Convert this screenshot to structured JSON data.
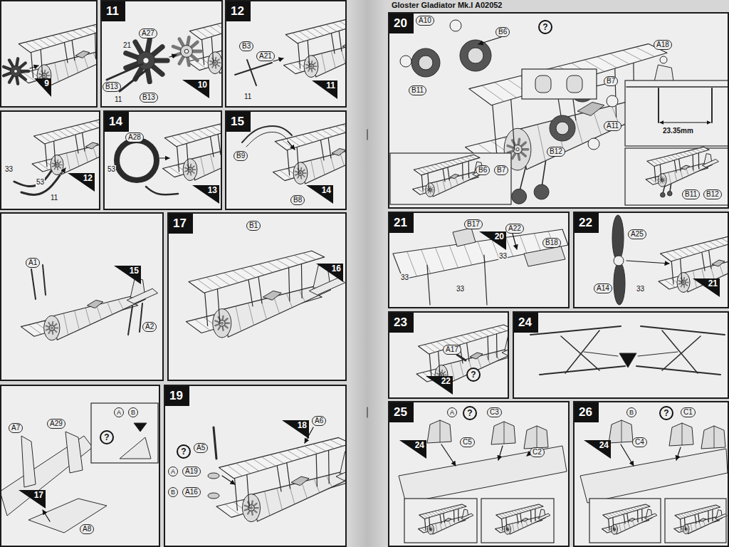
{
  "diagram": {
    "title": "Gloster Gladiator Mk.I A02052",
    "nodes": [
      {
        "text": [
          "9"
        ]
      },
      {
        "text": [
          "11",
          "10"
        ]
      },
      {
        "text": [
          "12",
          "11"
        ]
      },
      {
        "text": [
          "12"
        ]
      },
      {
        "text": [
          "14",
          "13"
        ]
      },
      {
        "text": [
          "15",
          "14"
        ]
      },
      {
        "text": [
          "15"
        ]
      },
      {
        "text": [
          "17",
          "16"
        ]
      },
      {
        "text": [
          "17"
        ]
      },
      {
        "text": [
          "19",
          "18"
        ]
      },
      {
        "text": [
          "20"
        ]
      },
      {
        "text": [
          "21",
          "20"
        ]
      },
      {
        "text": [
          "22",
          "21"
        ]
      },
      {
        "text": [
          "23",
          "22"
        ]
      },
      {
        "text": [
          "24"
        ]
      },
      {
        "text": [
          "25",
          "24"
        ]
      },
      {
        "text": [
          "26",
          "24"
        ]
      }
    ],
    "labels": [
      "A27",
      "21",
      "B13",
      "11",
      "B13",
      "B3",
      "A21",
      "11",
      "33",
      "53",
      "11",
      "A28",
      "53",
      "B9",
      "B8",
      "A1",
      "A2",
      "B1",
      "A7",
      "A29",
      "A",
      "B",
      "?",
      "A8",
      "?",
      "A",
      "A19",
      "B",
      "A16",
      "A5",
      "A6",
      "A10",
      "B6",
      "?",
      "A18",
      "B7",
      "A11",
      "B11",
      "B12",
      "23.35mm",
      "B6",
      "B7",
      "B11",
      "B12",
      "B17",
      "A22",
      "B18",
      "33",
      "33",
      "33",
      "A25",
      "A14",
      "33",
      "A17",
      "?",
      "A",
      "?",
      "C3",
      "C5",
      "C2",
      "B",
      "?",
      "C1",
      "C4"
    ]
  }
}
